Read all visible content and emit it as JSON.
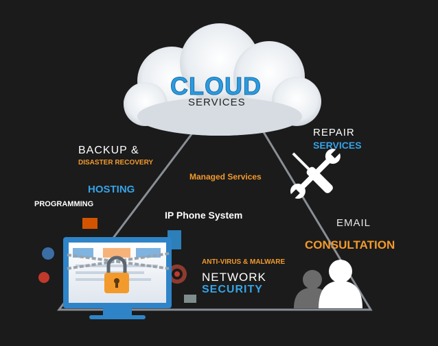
{
  "cloud": {
    "title": "CLOUD",
    "subtitle": "SERVICES"
  },
  "services": {
    "backup_line1": "BACKUP &",
    "backup_line2": "DISASTER RECOVERY",
    "hosting": "HOSTING",
    "programming": "PROGRAMMING",
    "managed": "Managed Services",
    "ip_phone": "IP Phone System",
    "repair_line1": "REPAIR",
    "repair_line2": "SERVICES",
    "email": "EMAIL",
    "consultation": "CONSULTATION",
    "antivirus": "ANTI-VIRUS & MALWARE",
    "network": "NETWORK",
    "security": "SECURITY"
  },
  "icons": {
    "cloud": "cloud-icon",
    "tools": "wrench-screwdriver-icon",
    "users": "users-icon",
    "monitor": "monitor-lock-icon"
  },
  "colors": {
    "background": "#1b1b1b",
    "orange": "#f39a2c",
    "blue": "#35a3e6",
    "white": "#ffffff"
  }
}
